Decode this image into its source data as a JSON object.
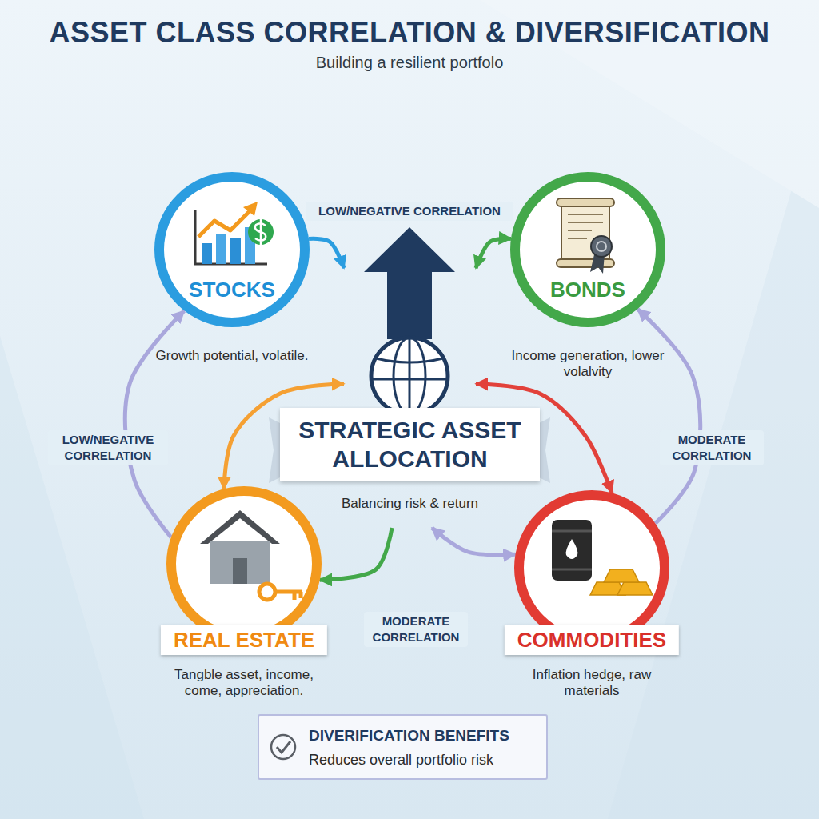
{
  "diagram": {
    "title": "ASSET CLASS CORRELATION & DIVERSIFICATION",
    "nodes": [
      {
        "text": [
          "STOCKS",
          "Growth potential, volatile."
        ]
      },
      {
        "text": [
          "BONDS",
          "Income generation, lower volalvity"
        ]
      },
      {
        "text": [
          "STRATEGIC ASSET ALLOCATION",
          "Balancing risk & return"
        ]
      },
      {
        "text": [
          "REAL ESTATE",
          "Tangble asset, income, come, appreciation."
        ]
      },
      {
        "text": [
          "COMMODITIES",
          "Inflation hedge, raw materials"
        ]
      },
      {
        "text": [
          "DIVERIFICATION BENEFITS",
          "Reduces overall portfolio risk"
        ]
      }
    ],
    "edges": [
      {
        "from": 0,
        "to": 2,
        "arrow": "to"
      },
      {
        "from": 1,
        "to": 2,
        "arrow": "both"
      },
      {
        "from": 3,
        "to": 0,
        "arrow": "to",
        "label": "LOW/NEGATIVE CORRELATION"
      },
      {
        "from": 4,
        "to": 1,
        "arrow": "to",
        "label": "MODERATE CORRLATION"
      },
      {
        "from": 2,
        "to": 3,
        "arrow": "both"
      },
      {
        "from": 2,
        "to": 4,
        "arrow": "both"
      },
      {
        "from": 2,
        "to": 3,
        "arrow": "to",
        "label": "MODERATE CORRELATION"
      },
      {
        "from": 4,
        "to": 2,
        "arrow": "both"
      }
    ],
    "labels": [
      "Building a resilient portfolo",
      "LOW/NEGATIVE CORRELATION"
    ]
  }
}
